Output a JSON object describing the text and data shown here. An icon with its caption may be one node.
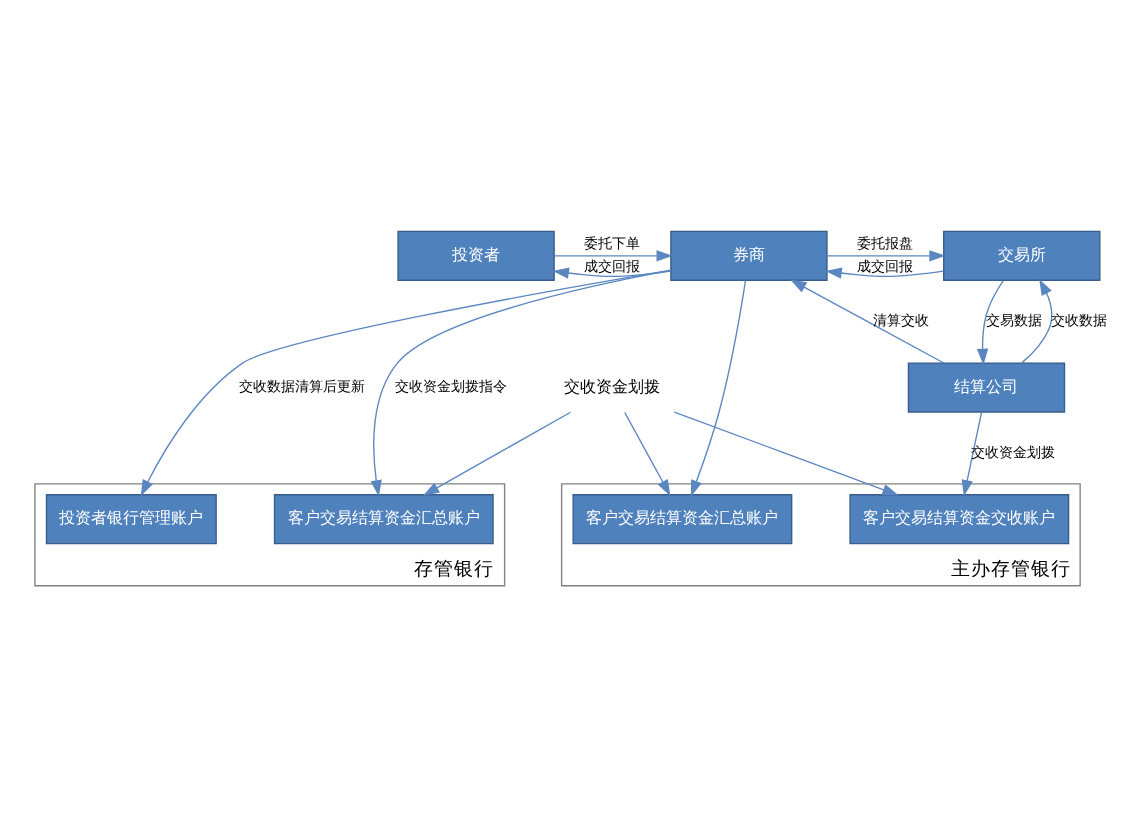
{
  "diagram": {
    "nodes": [
      {
        "text": [
          "投资者"
        ]
      },
      {
        "text": [
          "券商"
        ]
      },
      {
        "text": [
          "交易所"
        ]
      },
      {
        "text": [
          "结算公司"
        ]
      },
      {
        "text": [
          "存管银行"
        ]
      },
      {
        "text": [
          "投资者银行管理账户"
        ],
        "in": 4
      },
      {
        "text": [
          "客户交易结算资金汇总账户"
        ],
        "in": 4
      },
      {
        "text": [
          "主办存管银行"
        ]
      },
      {
        "text": [
          "客户交易结算资金交收账户"
        ],
        "in": 7
      },
      {
        "text": [
          "客户交易结算资金汇总账户"
        ],
        "in": 7
      },
      {
        "text": [
          "交收资金划拨"
        ]
      }
    ],
    "edges": [
      {
        "from": 0,
        "to": 1,
        "arrow": "to",
        "label": "委托下单"
      },
      {
        "from": 1,
        "to": 0,
        "arrow": "to",
        "label": "成交回报"
      },
      {
        "from": 1,
        "to": 2,
        "arrow": "to",
        "label": "委托报盘"
      },
      {
        "from": 2,
        "to": 1,
        "arrow": "to",
        "label": "成交回报"
      },
      {
        "from": 2,
        "to": 3,
        "arrow": "to",
        "label": "交易数据"
      },
      {
        "from": 3,
        "to": 2,
        "arrow": "to",
        "label": "交收数据"
      },
      {
        "from": 3,
        "to": 1,
        "arrow": "to",
        "label": "清算交收"
      },
      {
        "from": 1,
        "to": 5,
        "arrow": "to",
        "label": "交收数据清算后更新"
      },
      {
        "from": 1,
        "to": 6,
        "arrow": "to",
        "label": "交收资金划拨指令"
      },
      {
        "from": 1,
        "to": 9,
        "arrow": "to"
      },
      {
        "from": 3,
        "to": 8,
        "arrow": "to",
        "label": "交收资金划拨"
      },
      {
        "from": 10,
        "to": 6,
        "arrow": "to"
      },
      {
        "from": 10,
        "to": 9,
        "arrow": "to"
      },
      {
        "from": 10,
        "to": 8,
        "arrow": "to"
      }
    ]
  }
}
